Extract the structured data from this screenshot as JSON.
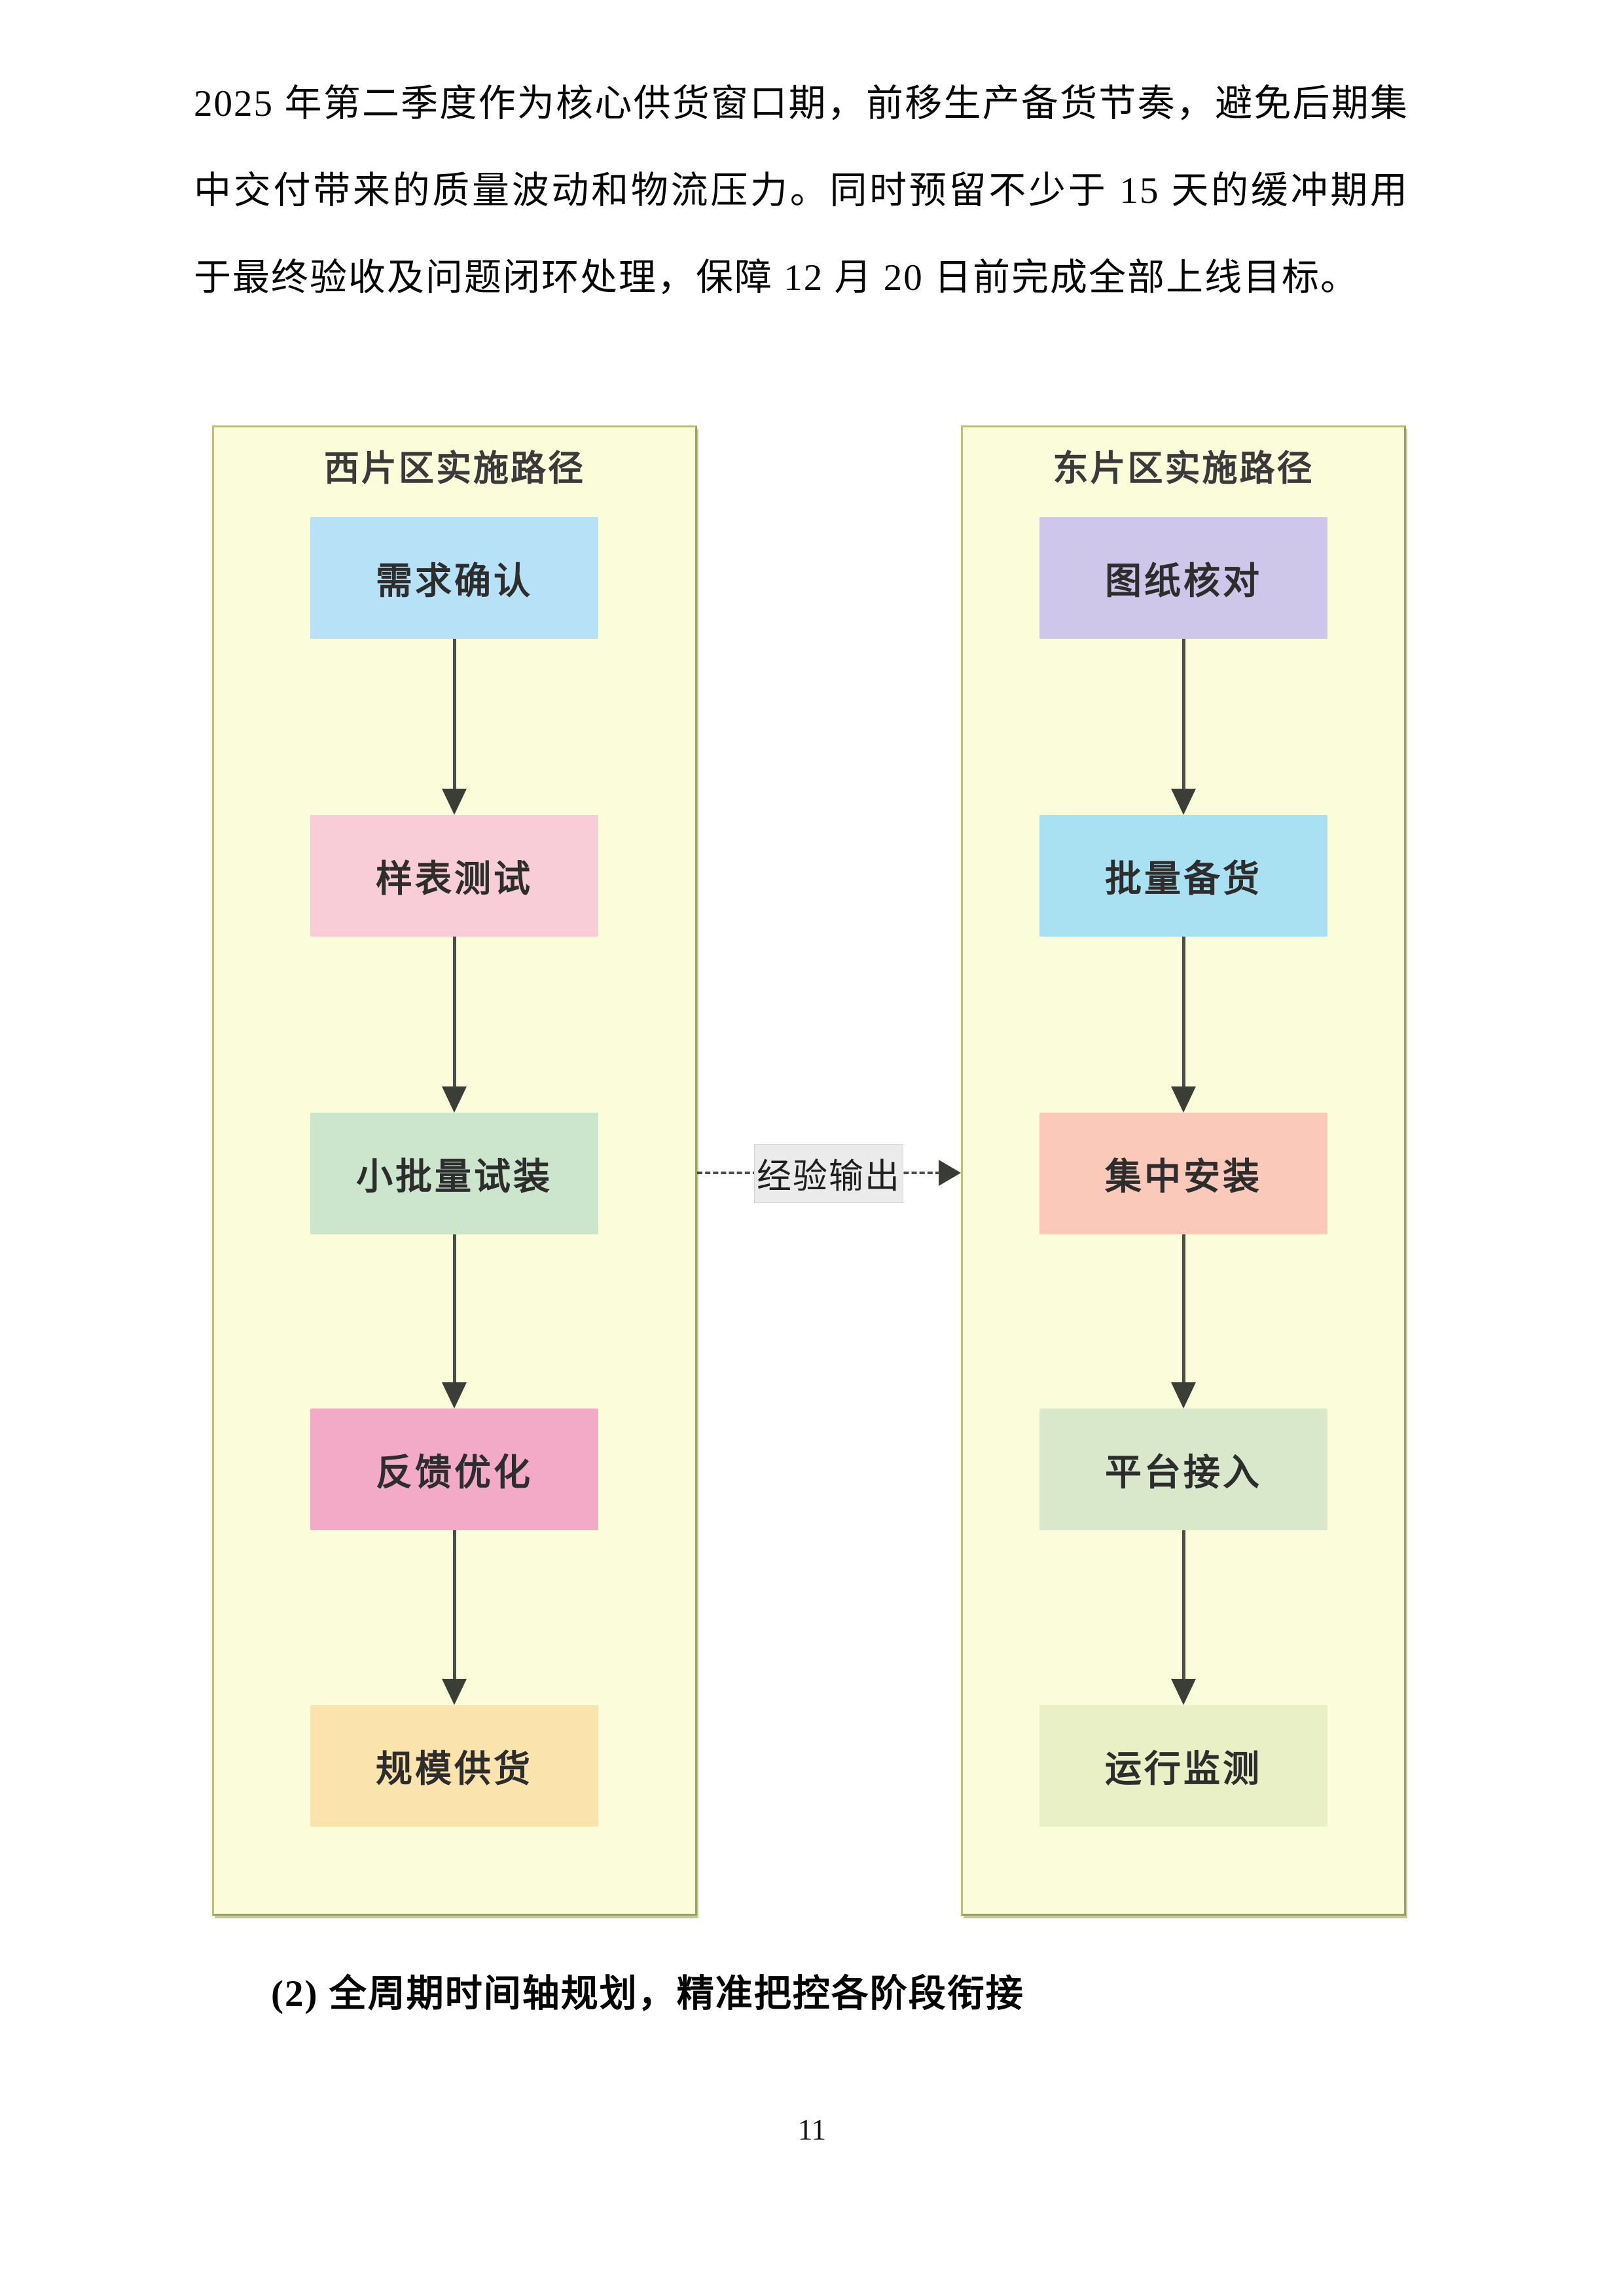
{
  "document": {
    "paragraph": "2025 年第二季度作为核心供货窗口期，前移生产备货节奏，避免后期集中交付带来的质量波动和物流压力。同时预留不少于 15 天的缓冲期用于最终验收及问题闭环处理，保障 12 月 20 日前完成全部上线目标。",
    "heading": "(2) 全周期时间轴规划，精准把控各阶段衔接",
    "page_number": "11"
  },
  "diagram": {
    "colors": {
      "panel_bg": "#fbfcd9",
      "panel_border": "#bcc07d",
      "arrow_ink": "#3b3e36",
      "connector_label_bg": "#ebebeb"
    },
    "left_panel": {
      "title": "西片区实施路径",
      "steps": [
        {
          "label": "需求确认",
          "color": "#b7e1f6"
        },
        {
          "label": "样表测试",
          "color": "#f9cdd7"
        },
        {
          "label": "小批量试装",
          "color": "#cbe6cd"
        },
        {
          "label": "反馈优化",
          "color": "#f2aac7"
        },
        {
          "label": "规模供货",
          "color": "#fae3ad"
        }
      ]
    },
    "right_panel": {
      "title": "东片区实施路径",
      "steps": [
        {
          "label": "图纸核对",
          "color": "#cfc7ea"
        },
        {
          "label": "批量备货",
          "color": "#a9e1f2"
        },
        {
          "label": "集中安装",
          "color": "#fbc9b9"
        },
        {
          "label": "平台接入",
          "color": "#d9e8cb"
        },
        {
          "label": "运行监测",
          "color": "#e9f0c6"
        }
      ]
    },
    "connector": {
      "label": "经验输出",
      "label_bg": "#ebebeb"
    }
  }
}
